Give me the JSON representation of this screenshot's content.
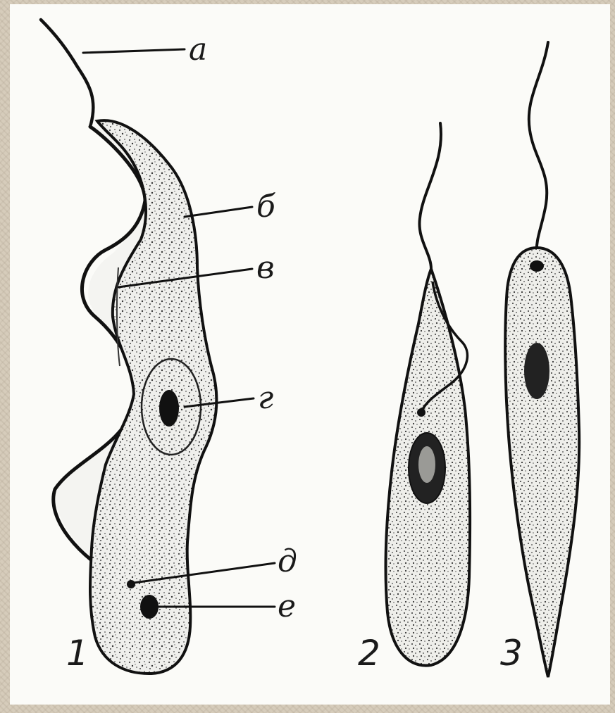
{
  "figure": {
    "labels": {
      "a": "а",
      "b": "б",
      "v": "в",
      "g": "г",
      "d": "д",
      "e": "е"
    },
    "numbers": {
      "one": "1",
      "two": "2",
      "three": "3"
    }
  }
}
